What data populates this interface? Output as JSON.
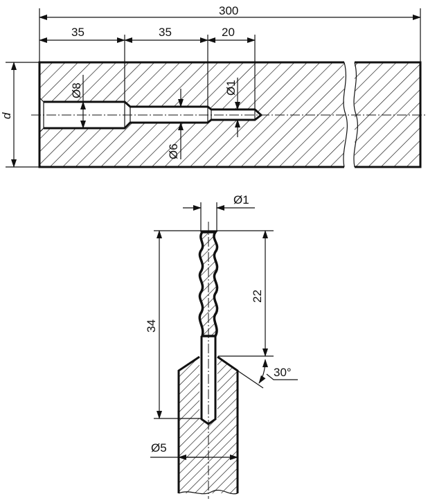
{
  "top_view": {
    "dim_total": "300",
    "dim_seg1": "35",
    "dim_seg2": "35",
    "dim_seg3": "20",
    "dim_height": "d",
    "dia_large": "Ø8",
    "dia_mid": "Ø6",
    "dia_small": "Ø1"
  },
  "drill_view": {
    "dia_drill": "Ø1",
    "len_total": "34",
    "len_flute": "22",
    "angle": "30°",
    "dia_holder": "Ø5"
  }
}
